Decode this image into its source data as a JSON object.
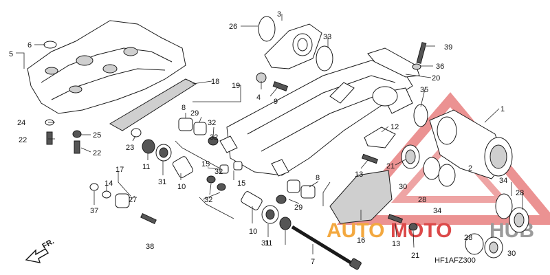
{
  "diagram_code": "HF1AFZ300",
  "fr_label": "FR.",
  "watermark": {
    "text_left": "AUTO",
    "text_mid": "MOTO",
    "text_right": "HUB",
    "color_left": "#f29a1e",
    "color_mid": "#d72a2a",
    "color_right": "#8a8a8a",
    "triangle_color": "#d72a2a"
  },
  "callouts": [
    "1",
    "2",
    "3",
    "4",
    "5",
    "6",
    "7",
    "8",
    "8",
    "9",
    "10",
    "10",
    "11",
    "11",
    "12",
    "13",
    "13",
    "14",
    "15",
    "15",
    "16",
    "17",
    "18",
    "19",
    "20",
    "21",
    "21",
    "22",
    "22",
    "23",
    "24",
    "25",
    "26",
    "27",
    "28",
    "28",
    "28",
    "29",
    "29",
    "30",
    "30",
    "31",
    "31",
    "32",
    "32",
    "32",
    "32",
    "33",
    "34",
    "34",
    "35",
    "36",
    "37",
    "38",
    "39"
  ],
  "icons": [
    "front-direction-arrow-icon",
    "watermark-triangle-icon"
  ]
}
